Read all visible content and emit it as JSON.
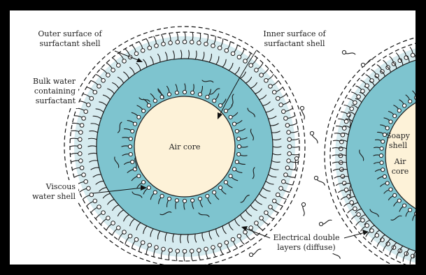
{
  "labels": {
    "outer_surface": [
      "Outer surface of",
      "surfactant shell"
    ],
    "inner_surface": [
      "Inner surface of",
      "surfactant shell"
    ],
    "bulk_water": [
      "Bulk water",
      "containing",
      "surfactant"
    ],
    "viscous_shell": [
      "Viscous",
      "water shell"
    ],
    "double_layers": [
      "Electrical double",
      "layers (diffuse)"
    ],
    "air_core_left": "Air core",
    "soapy_shell": [
      "Soapy",
      "shell"
    ],
    "air_core_right": [
      "Air",
      "core"
    ]
  },
  "colors": {
    "shell": "#7ec4cf",
    "outer_halo": "#d6ebef",
    "core": "#fdf2d8",
    "ink": "#1b1b1b",
    "frame": "#000000"
  }
}
